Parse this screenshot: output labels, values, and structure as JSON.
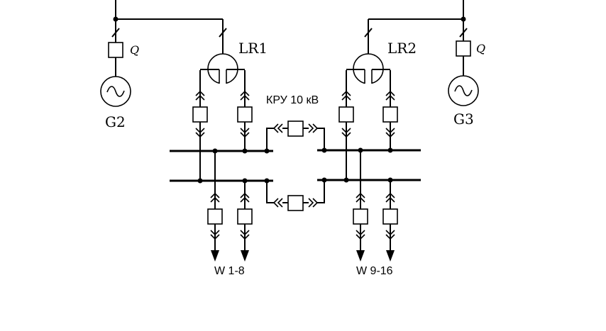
{
  "labels": {
    "lr1": "LR1",
    "lr2": "LR2",
    "g2": "G2",
    "g3": "G3",
    "q_left": "Q",
    "q_right": "Q",
    "switchgear": "КРУ 10 кВ",
    "feeders_left": "W 1-8",
    "feeders_right": "W 9-16"
  },
  "colors": {
    "line": "#000000",
    "background": "#ffffff"
  }
}
